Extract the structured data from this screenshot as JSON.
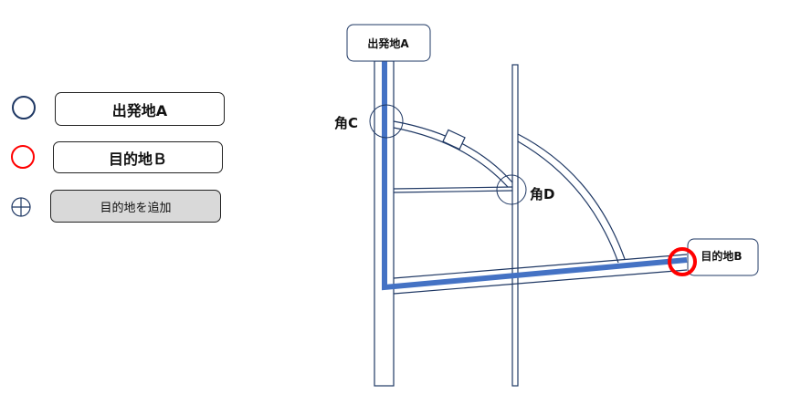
{
  "panel": {
    "origin_label": "出発地A",
    "destination_label": "目的地Ｂ",
    "add_destination_label": "目的地を追加"
  },
  "map": {
    "origin_box": "出発地A",
    "destination_box": "目的地B",
    "corner_c": "角C",
    "corner_d": "角D"
  },
  "colors": {
    "route": "#4472c4",
    "origin_marker": "#1f3864",
    "destination_marker": "#ff0000",
    "road_outline": "#1f3864"
  }
}
